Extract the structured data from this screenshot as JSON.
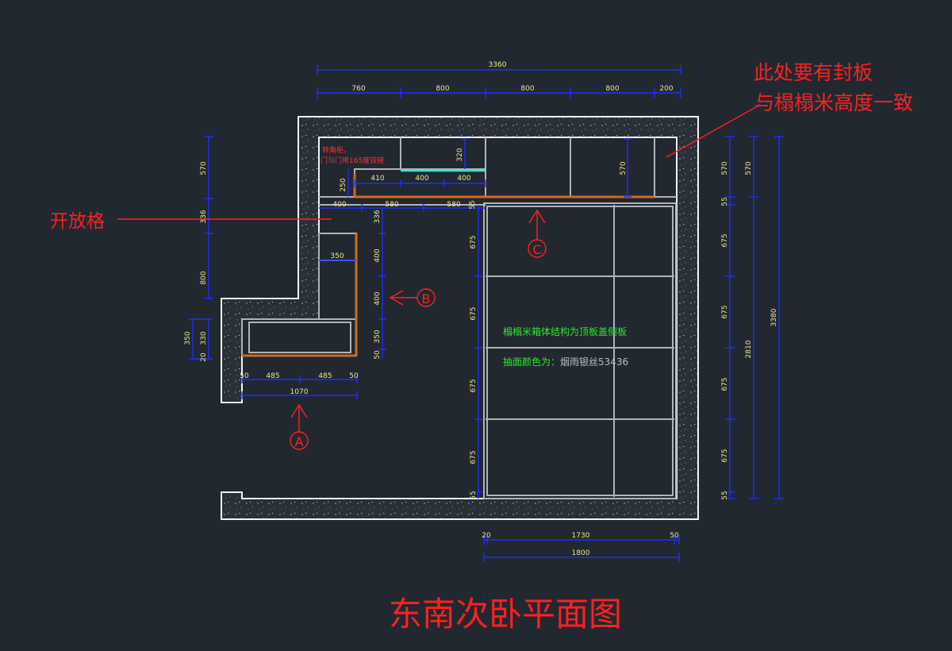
{
  "title": "东南次卧平面图",
  "notes": {
    "seal_panel_line1": "此处要有封板",
    "seal_panel_line2": "与榻榻米高度一致",
    "open_shelf": "开放格",
    "corner_cabinet_line1": "转角柜，",
    "corner_cabinet_line2": "门与门用165度铰链",
    "tatami_structure": "榻榻米箱体结构为顶板盖侧板",
    "drawer_color_prefix": "抽面颜色为：",
    "drawer_color_value": "烟雨银丝53436"
  },
  "view_markers": {
    "a": "A",
    "b": "B",
    "c": "C"
  },
  "dimensions": {
    "top_total": "3360",
    "top_segments": [
      "760",
      "800",
      "800",
      "800",
      "200"
    ],
    "cabinet_320": "320",
    "cabinet_570_inner": "570",
    "cabinet_250": "250",
    "cabinet_segments": [
      "410",
      "400",
      "400"
    ],
    "row2": [
      "400",
      "580",
      "580",
      "55"
    ],
    "left_vertical": [
      "570",
      "336",
      "800"
    ],
    "left_small": [
      "350",
      "330",
      "20"
    ],
    "left_inner": [
      "336",
      "400",
      "400",
      "350",
      "50"
    ],
    "w350": "350",
    "bottom_left": [
      "50",
      "485",
      "485",
      "50"
    ],
    "bottom_left_total": "1070",
    "tatami_vertical": [
      "675",
      "675",
      "675",
      "675",
      "55"
    ],
    "right_col1": [
      "570",
      "55",
      "675",
      "675",
      "675",
      "675",
      "55"
    ],
    "right_col2": [
      "570",
      "2810"
    ],
    "right_total": "3380",
    "bottom_right": [
      "20",
      "1730",
      "50"
    ],
    "bottom_right_total": "1800"
  }
}
